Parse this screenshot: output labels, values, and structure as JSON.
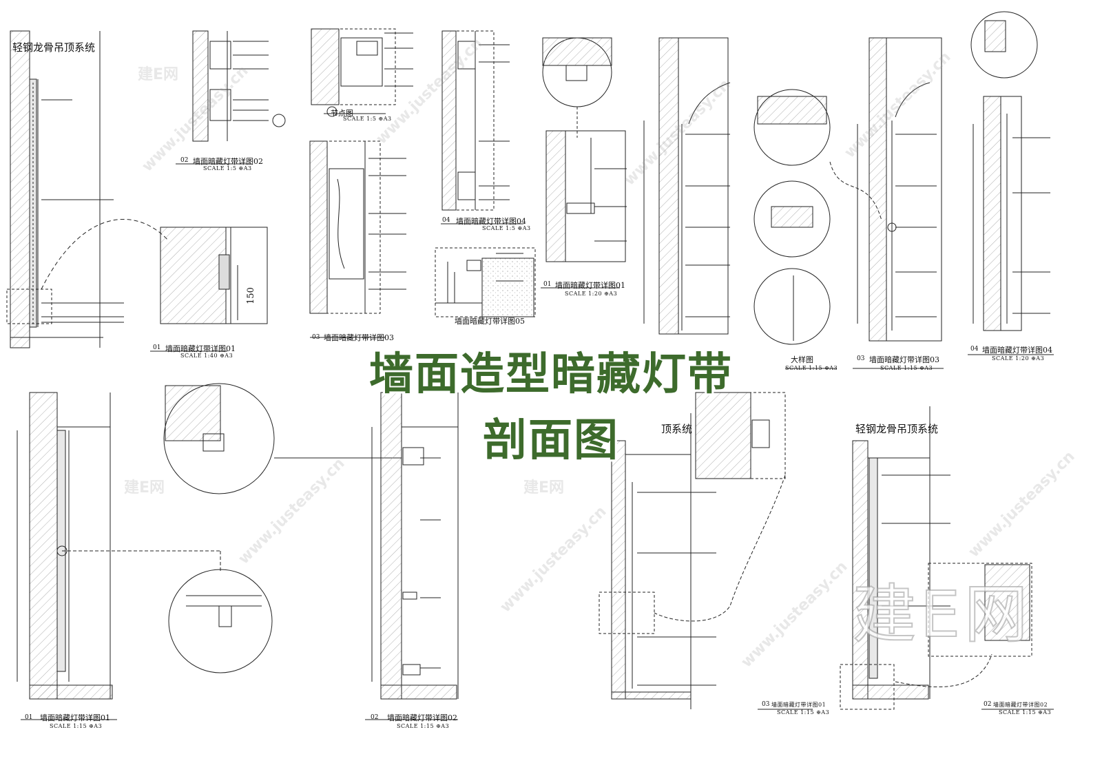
{
  "banner": {
    "line1": "墙面造型暗藏灯带",
    "line2": "剖面图"
  },
  "colors": {
    "banner": "#3d6b2c",
    "line": "#222222",
    "hatch": "#9a9a9a"
  },
  "system_labels": {
    "top_left": "轻钢龙骨吊顶系统",
    "bottom_mid": "顶系统",
    "bottom_right": "轻钢龙骨吊顶系统"
  },
  "titles": {
    "t1": {
      "num": "01",
      "text": "墙面暗藏灯带详图01",
      "scale": "SCALE 1:40  ⊕A3"
    },
    "t2": {
      "num": "02",
      "text": "墙面暗藏灯带详图02",
      "scale": "SCALE 1:5  ⊕A3"
    },
    "t3": {
      "num": "03",
      "text": "墙面暗藏灯带详图03",
      "scale": ""
    },
    "t4": {
      "num": "04",
      "text": "墙面暗藏灯带详图04",
      "scale": "SCALE 1:5  ⊕A3"
    },
    "t5": {
      "num": "",
      "text": "墙面暗藏灯带详图05",
      "scale": ""
    },
    "t6": {
      "num": "01",
      "text": "墙面暗藏灯带详图01",
      "scale": "SCALE 1:20  ⊕A3"
    },
    "t7": {
      "num": "",
      "text": "大样图",
      "scale": "SCALE 1:15  ⊕A3"
    },
    "t8": {
      "num": "03",
      "text": "墙面暗藏灯带详图03",
      "scale": "SCALE 1:15  ⊕A3"
    },
    "t9": {
      "num": "04",
      "text": "墙面暗藏灯带详图04",
      "scale": "SCALE 1:20  ⊕A3"
    },
    "t10": {
      "num": "01",
      "text": "墙面暗藏灯带详图01",
      "scale": "SCALE 1:15  ⊕A3"
    },
    "t11": {
      "num": "02",
      "text": "墙面暗藏灯带详图02",
      "scale": "SCALE 1:15  ⊕A3"
    },
    "t12": {
      "num": "03",
      "text": "墙面暗藏灯带详图01",
      "scale": "SCALE 1:15  ⊕A3"
    },
    "t13": {
      "num": "02",
      "text": "墙面暗藏灯带详图02",
      "scale": "SCALE 1:15  ⊕A3"
    },
    "node": {
      "num": "",
      "text": "节点图",
      "scale": "SCALE 1:5  ⊕A3"
    }
  },
  "dimension_150": "150",
  "watermark": {
    "site": "www.justeasy.cn",
    "brand": "建E网"
  }
}
